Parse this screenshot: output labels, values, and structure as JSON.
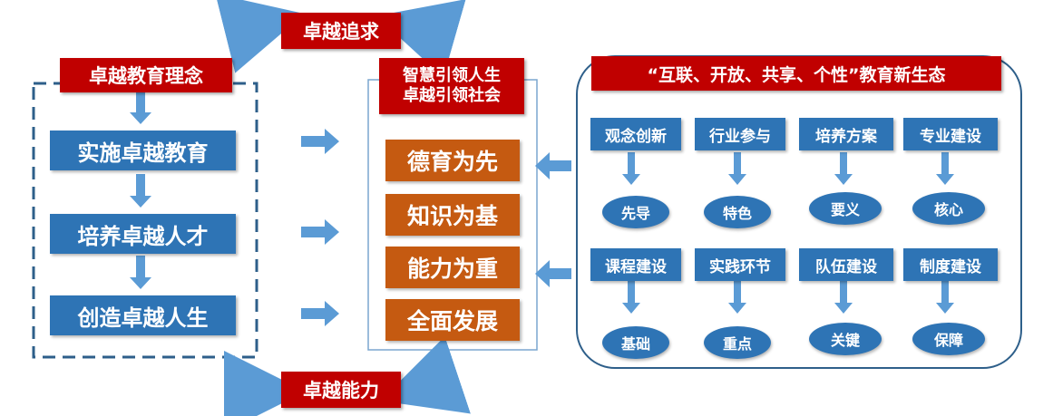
{
  "colors": {
    "red": "#c00000",
    "blue": "#2e74b5",
    "orange": "#c55a11",
    "arrow": "#5b9bd5",
    "frame": "#2e5f8a"
  },
  "top_goal": "卓越追求",
  "bottom_goal": "卓越能力",
  "left_panel": {
    "title": "卓越教育理念",
    "steps": [
      "实施卓越教育",
      "培养卓越人才",
      "创造卓越人生"
    ]
  },
  "center_panel": {
    "title_lines": [
      "智慧引领人生",
      "卓越引领社会"
    ],
    "items": [
      "德育为先",
      "知识为基",
      "能力为重",
      "全面发展"
    ]
  },
  "right_panel": {
    "title": "“互联、开放、共享、个性”教育新生态",
    "row1": [
      {
        "label": "观念创新",
        "result": "先导"
      },
      {
        "label": "行业参与",
        "result": "特色"
      },
      {
        "label": "培养方案",
        "result": "要义"
      },
      {
        "label": "专业建设",
        "result": "核心"
      }
    ],
    "row2": [
      {
        "label": "课程建设",
        "result": "基础"
      },
      {
        "label": "实践环节",
        "result": "重点"
      },
      {
        "label": "队伍建设",
        "result": "关键"
      },
      {
        "label": "制度建设",
        "result": "保障"
      }
    ]
  }
}
